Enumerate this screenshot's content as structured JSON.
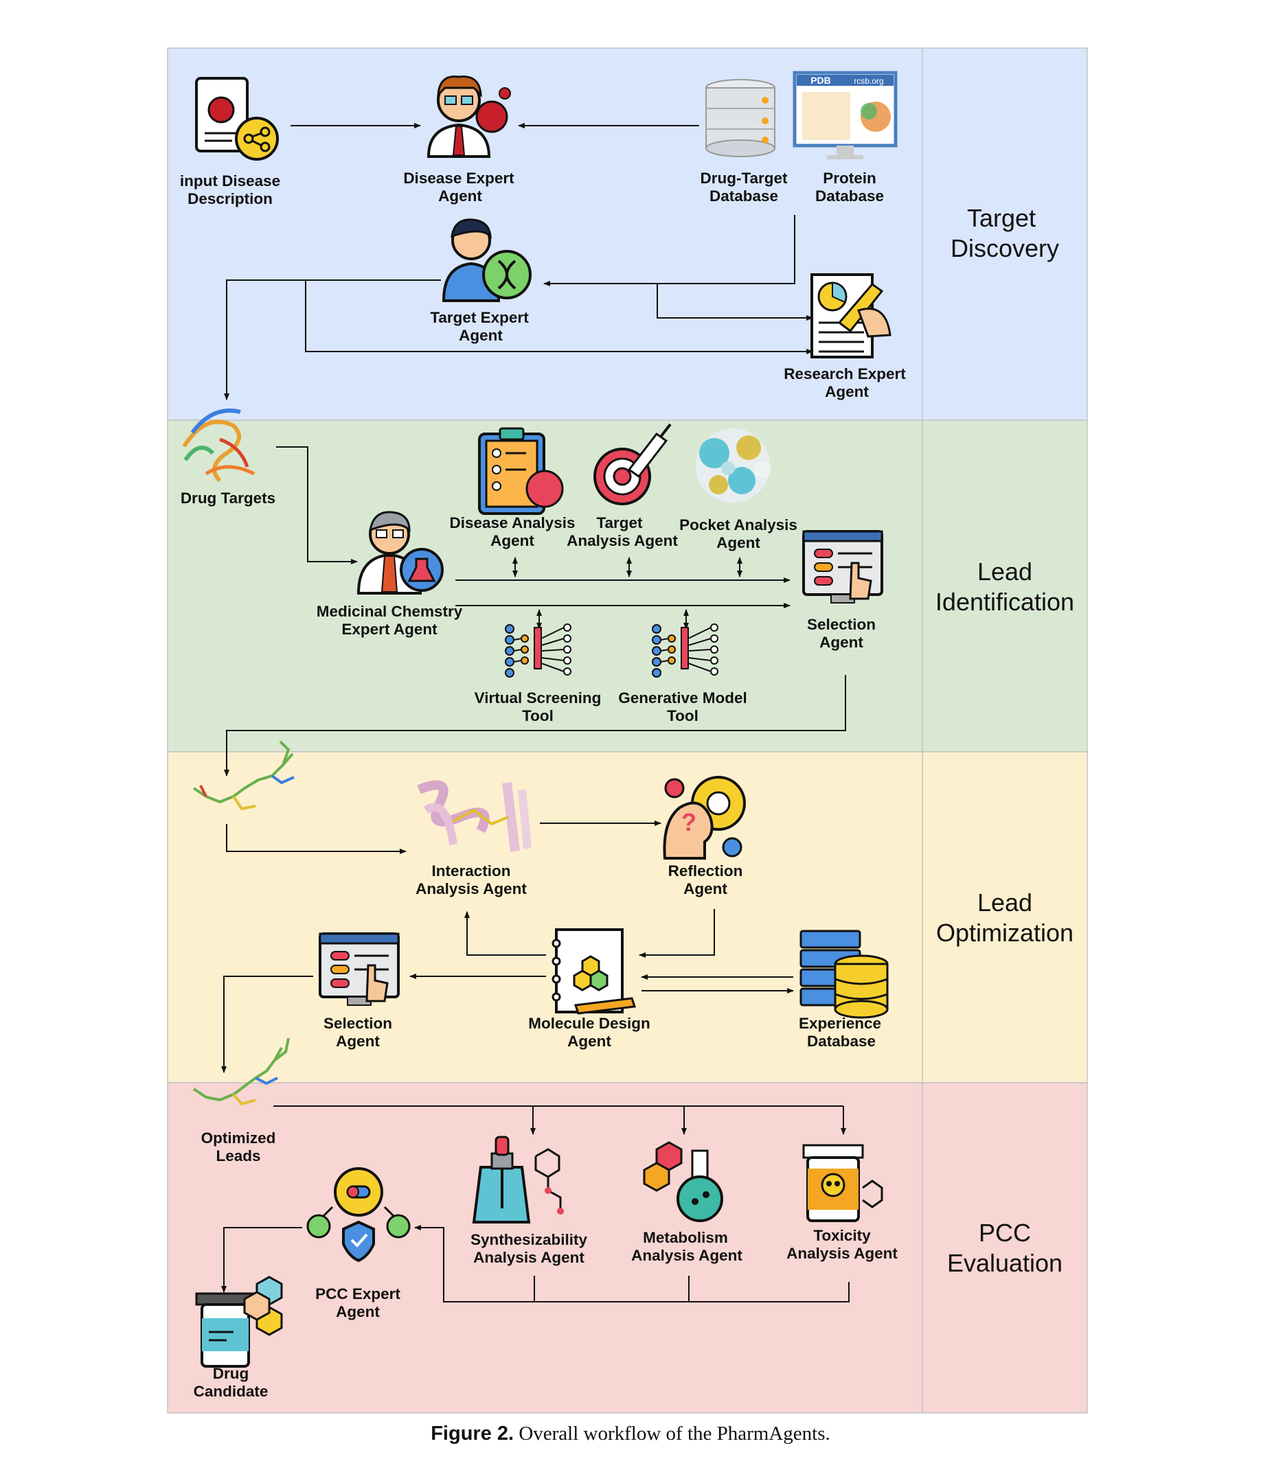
{
  "stages": {
    "target_discovery": [
      "Target",
      "Discovery"
    ],
    "lead_identification": [
      "Lead",
      "Identification"
    ],
    "lead_optimization": [
      "Lead",
      "Optimization"
    ],
    "pcc_evaluation": [
      "PCC",
      "Evaluation"
    ]
  },
  "nodes": {
    "input_disease": [
      "input Disease",
      "Description"
    ],
    "disease_expert": [
      "Disease Expert",
      "Agent"
    ],
    "drug_target_db": [
      "Drug-Target",
      "Database"
    ],
    "protein_db": [
      "Protein",
      "Database"
    ],
    "target_expert": [
      "Target Expert",
      "Agent"
    ],
    "research_expert": [
      "Research Expert",
      "Agent"
    ],
    "drug_targets": [
      "Drug Targets"
    ],
    "disease_analysis": [
      "Disease Analysis",
      "Agent"
    ],
    "target_analysis": [
      "Target",
      "Analysis Agent"
    ],
    "pocket_analysis": [
      "Pocket Analysis",
      "Agent"
    ],
    "medchem_expert": [
      "Medicinal Chemstry",
      "Expert Agent"
    ],
    "selection_agent_1": [
      "Selection",
      "Agent"
    ],
    "virtual_screening": [
      "Virtual Screening",
      "Tool"
    ],
    "generative_model": [
      "Generative Model",
      "Tool"
    ],
    "interaction_analysis": [
      "Interaction",
      "Analysis Agent"
    ],
    "reflection_agent": [
      "Reflection",
      "Agent"
    ],
    "selection_agent_2": [
      "Selection",
      "Agent"
    ],
    "molecule_design": [
      "Molecule Design",
      "Agent"
    ],
    "experience_db": [
      "Experience",
      "Database"
    ],
    "optimized_leads": [
      "Optimized",
      "Leads"
    ],
    "synthesizability": [
      "Synthesizability",
      "Analysis Agent"
    ],
    "metabolism": [
      "Metabolism",
      "Analysis Agent"
    ],
    "toxicity": [
      "Toxicity",
      "Analysis Agent"
    ],
    "pcc_expert": [
      "PCC Expert",
      "Agent"
    ],
    "drug_candidate": [
      "Drug",
      "Candidate"
    ]
  },
  "icon_text": {
    "pdb": "PDB",
    "rcsb": "rcsb.org"
  },
  "caption": {
    "label": "Figure 2.",
    "text": "Overall workflow of the PharmAgents."
  },
  "colors": {
    "target_discovery": "#dae6fb",
    "lead_identification": "#d9e8d3",
    "lead_optimization": "#fdf0cf",
    "pcc_evaluation": "#f7d6d3",
    "border": "#c4c4c4"
  }
}
